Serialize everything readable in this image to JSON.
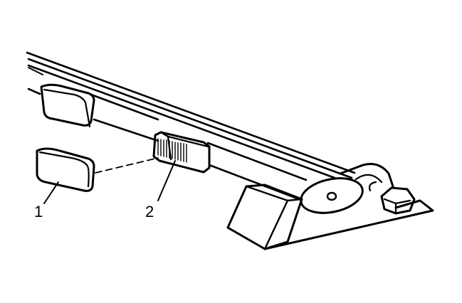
{
  "diagram": {
    "callouts": [
      {
        "id": "1",
        "label": "1"
      },
      {
        "id": "2",
        "label": "2"
      }
    ],
    "line_color": "#000000",
    "background": "#ffffff"
  }
}
